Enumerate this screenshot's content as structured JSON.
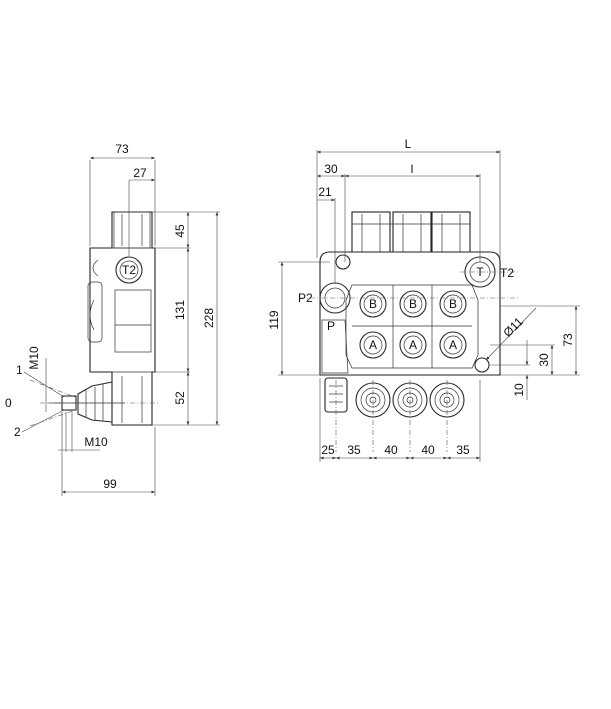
{
  "side_view": {
    "dim_top": "73",
    "dim_sub": "27",
    "dim_45": "45",
    "dim_131": "131",
    "dim_228": "228",
    "dim_52": "52",
    "dim_99": "99",
    "port_t2": "T2",
    "label_m10_top": "M10",
    "label_m10_bottom": "M10",
    "label_1": "1",
    "label_0": "0",
    "label_2": "2"
  },
  "front_view": {
    "dim_L": "L",
    "dim_l": "l",
    "dim_30_top": "30",
    "dim_21": "21",
    "dim_119": "119",
    "dim_73": "73",
    "dim_30_right": "30",
    "dim_10": "10",
    "dim_phi11": "Ø11",
    "bottom_dims": [
      "25",
      "35",
      "40",
      "40",
      "35"
    ],
    "port_p2": "P2",
    "port_p": "P",
    "port_t2": "T2",
    "ports_b": [
      "B",
      "B",
      "B"
    ],
    "ports_a": [
      "A",
      "A",
      "A"
    ]
  }
}
